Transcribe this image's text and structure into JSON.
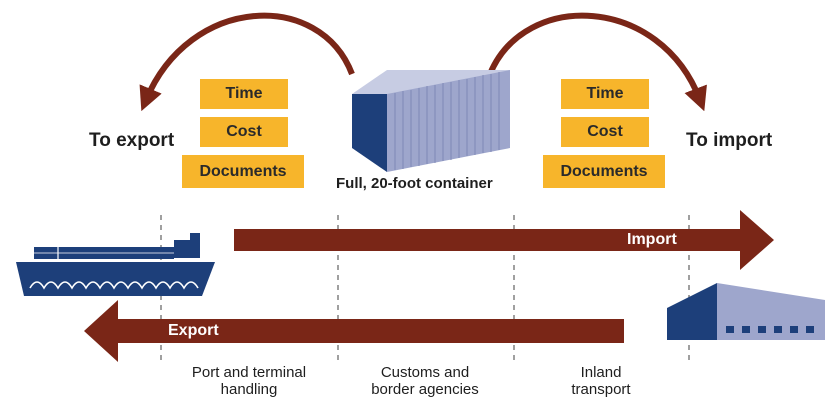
{
  "left_panel": {
    "heading": "To export",
    "metrics": [
      "Time",
      "Cost",
      "Documents"
    ]
  },
  "right_panel": {
    "heading": "To import",
    "metrics": [
      "Time",
      "Cost",
      "Documents"
    ]
  },
  "container_caption": "Full, 20-foot container",
  "flows": {
    "import_label": "Import",
    "export_label": "Export"
  },
  "stages": [
    {
      "line1": "Port and terminal",
      "line2": "handling"
    },
    {
      "line1": "Customs and",
      "line2": "border agencies"
    },
    {
      "line1": "Inland",
      "line2": "transport"
    }
  ],
  "colors": {
    "arrow": "#7a2617",
    "metric_box": "#f7b52b",
    "navy": "#1d3f7a",
    "container_side": "#9ea6cc",
    "container_top": "#c7cce3",
    "divider": "#808080"
  }
}
